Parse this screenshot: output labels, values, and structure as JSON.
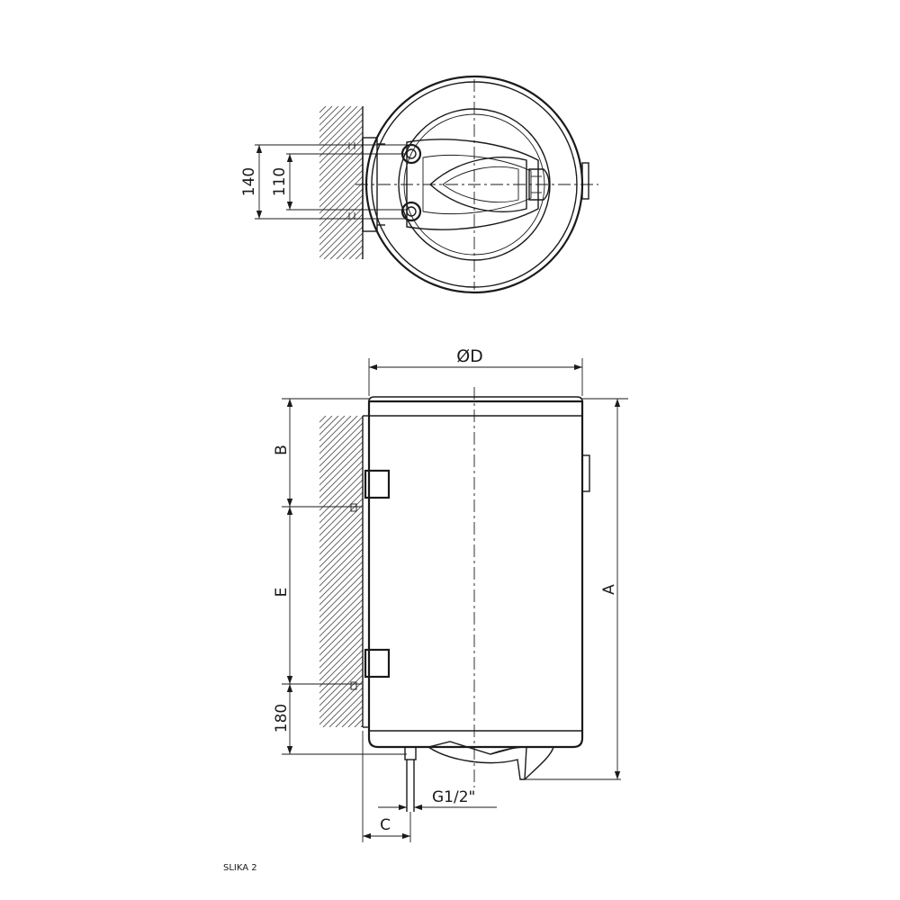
{
  "top_view": {
    "dim_140": "140",
    "dim_110": "110"
  },
  "side_view": {
    "dim_diameter": "ØD",
    "dim_A": "A",
    "dim_B": "B",
    "dim_E": "E",
    "dim_180": "180",
    "dim_C": "C",
    "dim_thread": "G1/2\""
  },
  "caption": "SLIKA 2"
}
